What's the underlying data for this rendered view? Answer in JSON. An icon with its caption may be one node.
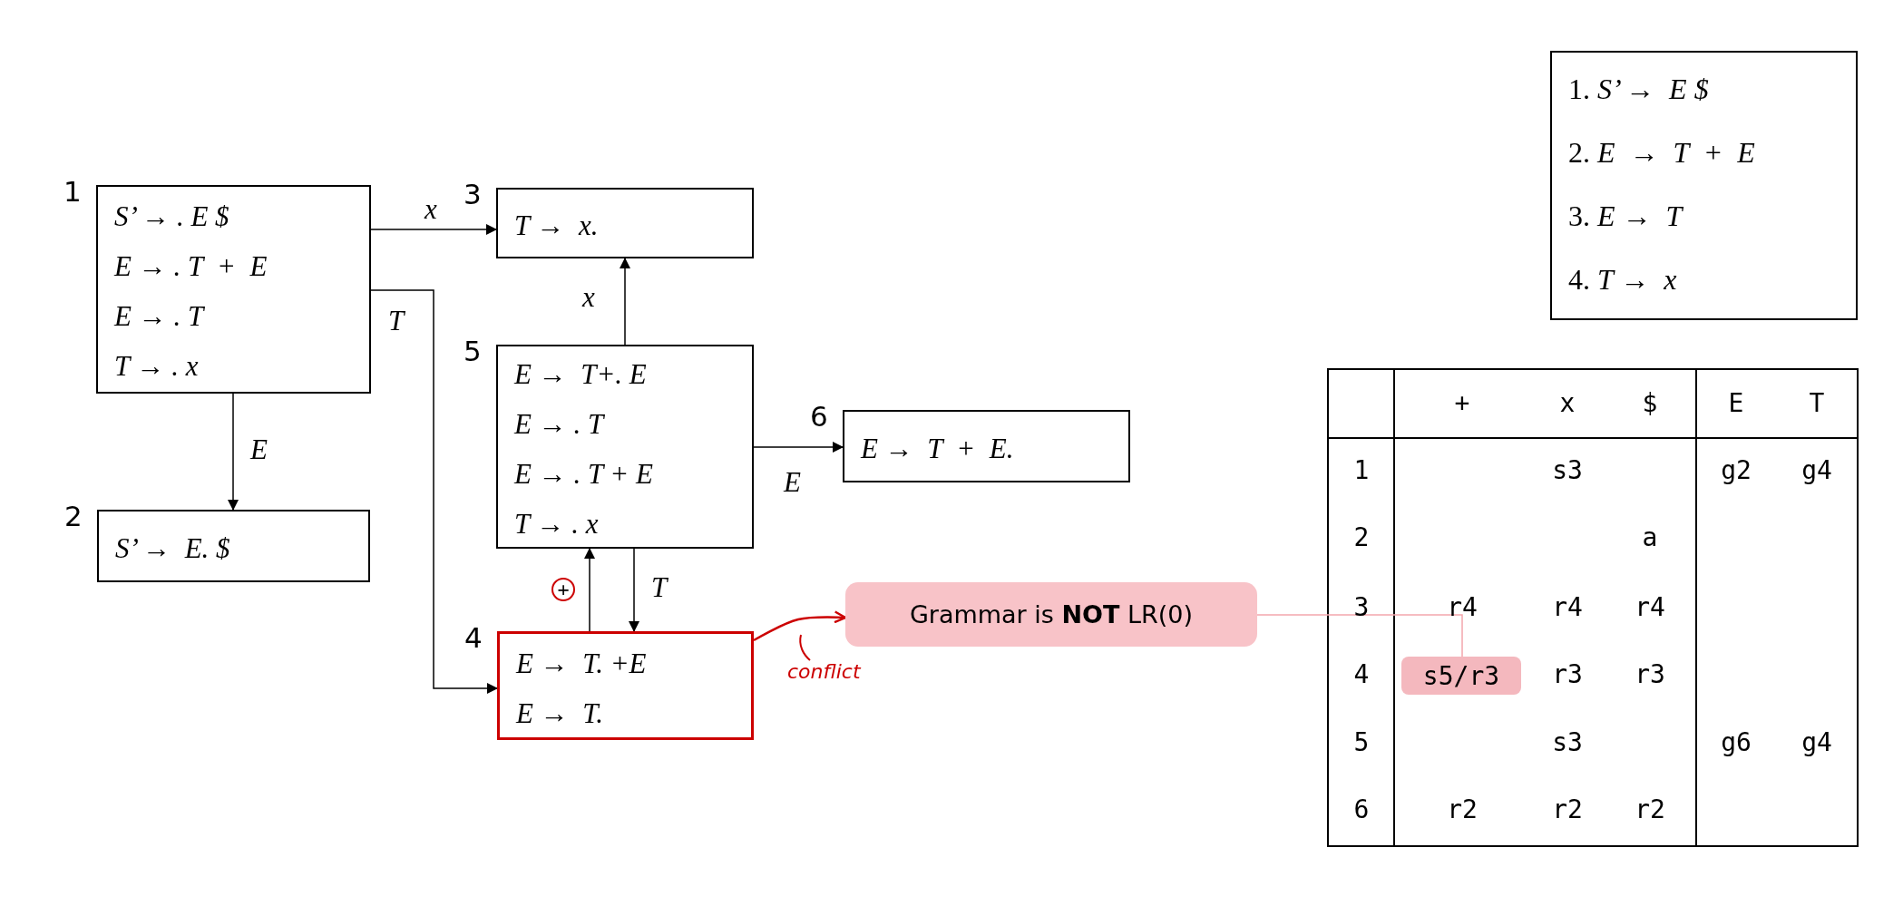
{
  "diagram": {
    "nodes": [
      {
        "text": [
          "S’ → . E $",
          "E → . T  +  E",
          "E → . T",
          "T → . x"
        ],
        "beside": [
          "1"
        ]
      },
      {
        "text": [
          "T →  x."
        ],
        "beside": [
          "3"
        ]
      },
      {
        "text": [
          "E →  T+. E",
          "E → . T",
          "E → . T + E",
          "T → . x"
        ],
        "beside": [
          "5"
        ]
      },
      {
        "text": [
          "E →  T  +  E."
        ],
        "beside": [
          "6"
        ]
      },
      {
        "text": [
          "S’ →  E. $"
        ],
        "beside": [
          "2"
        ]
      },
      {
        "text": [
          "E →  T. +E",
          "E →  T."
        ],
        "beside": [
          "4"
        ]
      },
      {
        "text": [
          "Grammar is **NOT** LR(0)"
        ]
      },
      {
        "text": [
          "s5/r3"
        ]
      },
      {
        "text": [
          "1. *S’ →  E $*",
          "2. *E  →  T  +  E*",
          "3. *E →  T*",
          "4. *T →  x*"
        ]
      }
    ],
    "edges": [
      {
        "from": 0,
        "to": 1,
        "arrow": "to",
        "label": "x"
      },
      {
        "from": 0,
        "to": 5,
        "arrow": "to",
        "label": "T"
      },
      {
        "from": 0,
        "to": 4,
        "arrow": "to",
        "label": "E"
      },
      {
        "from": 2,
        "to": 1,
        "arrow": "to",
        "label": "x"
      },
      {
        "from": 2,
        "to": 3,
        "arrow": "to",
        "label": "E"
      },
      {
        "from": 5,
        "to": 2,
        "arrow": "to",
        "label": "+"
      },
      {
        "from": 2,
        "to": 5,
        "arrow": "to",
        "label": "T"
      },
      {
        "from": 5,
        "to": 6,
        "arrow": "to",
        "color": "#cc0000"
      },
      {
        "from": 6,
        "to": 7,
        "arrow": "none",
        "color": "#f4a6ad"
      }
    ],
    "labels": [
      "+",
      "x",
      "$",
      "E",
      "T",
      "1",
      "s3",
      "g2",
      "g4",
      "2",
      "a",
      "3",
      "r4",
      "r4",
      "r4",
      "4",
      "r3",
      "r3",
      "5",
      "s3",
      "g6",
      "g4",
      "6",
      "r2",
      "r2",
      "r2",
      "conflict"
    ]
  }
}
